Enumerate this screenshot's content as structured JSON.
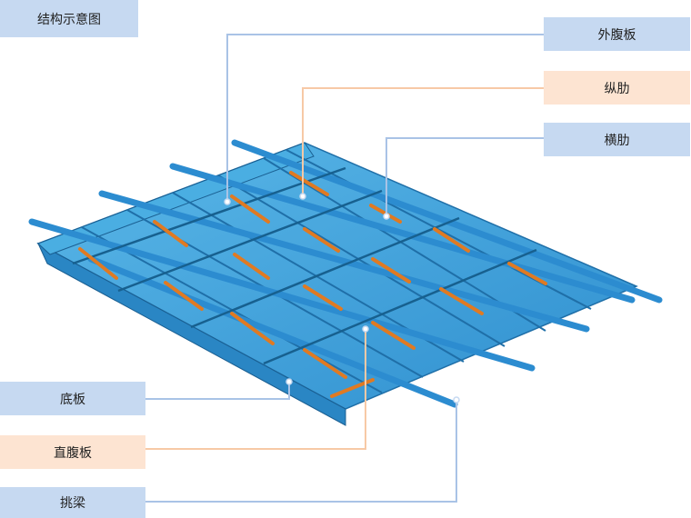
{
  "labels": {
    "title": "结构示意图",
    "outer_web": "外腹板",
    "longitudinal_rib": "纵肋",
    "transverse_rib": "横肋",
    "bottom_plate": "底板",
    "straight_web": "直腹板",
    "cantilever_beam": "挑梁"
  },
  "colors": {
    "label_blue": "#c6d9f1",
    "label_peach": "#fde4d2",
    "steel_blue": "#3ea2d8",
    "steel_dark": "#1f6fa8",
    "rib_orange": "#e07a22",
    "leader_blue": "#a9c3e6",
    "leader_peach": "#f7c9a6"
  }
}
